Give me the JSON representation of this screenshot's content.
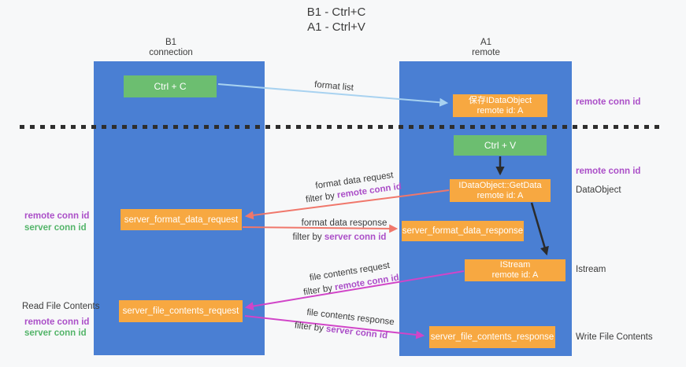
{
  "title": {
    "line1": "B1 - Ctrl+C",
    "line2": "A1 - Ctrl+V"
  },
  "lanes": {
    "left": {
      "title": "B1",
      "subtitle": "connection"
    },
    "right": {
      "title": "A1",
      "subtitle": "remote"
    }
  },
  "boxes": {
    "ctrl_c": {
      "label": "Ctrl + C"
    },
    "ctrl_v": {
      "label": "Ctrl + V"
    },
    "save_dataobject": {
      "line1": "保存IDataObject",
      "line2": "remote id: A"
    },
    "getdata": {
      "line1": "IDataObject::GetData",
      "line2": "remote id: A"
    },
    "istream": {
      "line1": "IStream",
      "line2": "remote id: A"
    },
    "format_request": {
      "label": "server_format_data_request"
    },
    "format_response": {
      "label": "server_format_data_response"
    },
    "file_request": {
      "label": "server_file_contents_request"
    },
    "file_response": {
      "label": "server_file_contents_response"
    }
  },
  "messages": {
    "format_list": {
      "label": "format list"
    },
    "format_data_request": {
      "label": "format data request",
      "filter_prefix": "filter by ",
      "filter_key": "remote conn id"
    },
    "format_data_response": {
      "label": "format data response",
      "filter_prefix": "filter by ",
      "filter_key": "server conn id"
    },
    "file_contents_request": {
      "label": "file contents request",
      "filter_prefix": "filter by ",
      "filter_key": "remote conn id"
    },
    "file_contents_response": {
      "label": "file contents response",
      "filter_prefix": "filter by ",
      "filter_key": "server conn id"
    }
  },
  "annotations": {
    "right": {
      "remote_conn_id_top": "remote conn id",
      "remote_conn_id_mid": "remote conn id",
      "dataobject": "DataObject",
      "istream": "Istream",
      "write_file_contents": "Write File Contents"
    },
    "left": {
      "remote_conn_id_top": "remote conn id",
      "server_conn_id_top": "server conn id",
      "read_file_contents": "Read File Contents",
      "remote_conn_id_bottom": "remote conn id",
      "server_conn_id_bottom": "server conn id"
    }
  },
  "colors": {
    "lane_blue": "#4a7fd3",
    "box_green": "#6cbe70",
    "box_orange": "#f7a841",
    "text_purple": "#ab4fc8",
    "text_green": "#53b469",
    "arrow_blue": "#a8d2f0",
    "arrow_salmon": "#f0776b",
    "arrow_magenta": "#d145c8",
    "arrow_black": "#2b2b2b"
  }
}
